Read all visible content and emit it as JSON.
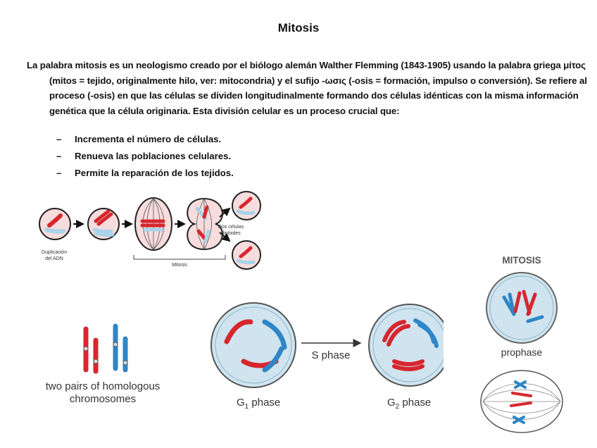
{
  "title": "Mitosis",
  "paragraph": "La palabra mitosis es un neologismo creado por el biólogo alemán Walther Flemming (1843-1905) usando la palabra griega μίτος (mitos = tejido, originalmente hilo, ver: mitocondria) y el sufijo -ωσις (-osis = formación, impulso o conversión). Se refiere al proceso (-osis) en que las células se dividen longitudinalmente formando dos células idénticas con la misma información genética que la célula originaria. Esta división celular es un proceso crucial que:",
  "bullets": [
    {
      "dash": "–",
      "text": "Incrementa el número de células."
    },
    {
      "dash": "–",
      "text": "Renueva las poblaciones celulares."
    },
    {
      "dash": "–",
      "text": "Permite la reparación de los tejidos."
    }
  ],
  "figure1": {
    "label_dna": [
      "Duplicación",
      "del ADN"
    ],
    "label_mitosis": "Mitosis",
    "label_daughter": [
      "Dos células",
      "diploides"
    ]
  },
  "figure2": {
    "label_homologous": [
      "two pairs of homologous",
      "chromosomes"
    ],
    "label_g1": "G",
    "label_g1_sub": "1",
    "label_g1_tail": " phase",
    "label_s": "S phase",
    "label_g2": "G",
    "label_g2_sub": "2",
    "label_g2_tail": " phase"
  },
  "figure3": {
    "heading": "MITOSIS",
    "label_prophase": "prophase"
  },
  "colors": {
    "cell_fill": "#cfe4ef",
    "cell_stroke": "#444444",
    "chrom_red": "#d8262e",
    "chrom_blue": "#2f86c6",
    "chrom_light_blue": "#a9d3ea",
    "fig1_cell": "#f6dcdc"
  }
}
